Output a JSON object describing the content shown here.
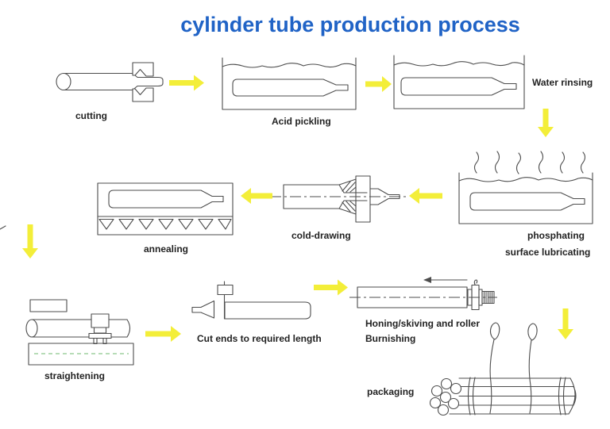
{
  "title": {
    "text": "cylinder tube production process",
    "color": "#2063c6"
  },
  "colors": {
    "title_blue": "#2063c6",
    "arrow_yellow": "#f3ee39",
    "line_gray": "#4d4d4d",
    "guide_green": "#8cc88c"
  },
  "stages": {
    "cutting": {
      "label": "cutting"
    },
    "acid_pickling": {
      "label": "Acid pickling"
    },
    "water_rinsing": {
      "label": "Water rinsing"
    },
    "phosphating": {
      "label": "phosphating",
      "label2": "surface lubricating"
    },
    "cold_drawing": {
      "label": "cold-drawing"
    },
    "annealing": {
      "label": "annealing"
    },
    "straightening": {
      "label": "straightening"
    },
    "cut_ends": {
      "label": "Cut ends to required length"
    },
    "honing": {
      "label": "Honing/skiving and roller",
      "label2": "Burnishing"
    },
    "packaging": {
      "label": "packaging"
    }
  },
  "process_order": [
    "cutting",
    "Acid pickling",
    "Water rinsing",
    "phosphating / surface lubricating",
    "cold-drawing",
    "annealing",
    "straightening",
    "Cut ends to required length",
    "Honing/skiving and roller Burnishing",
    "packaging"
  ]
}
